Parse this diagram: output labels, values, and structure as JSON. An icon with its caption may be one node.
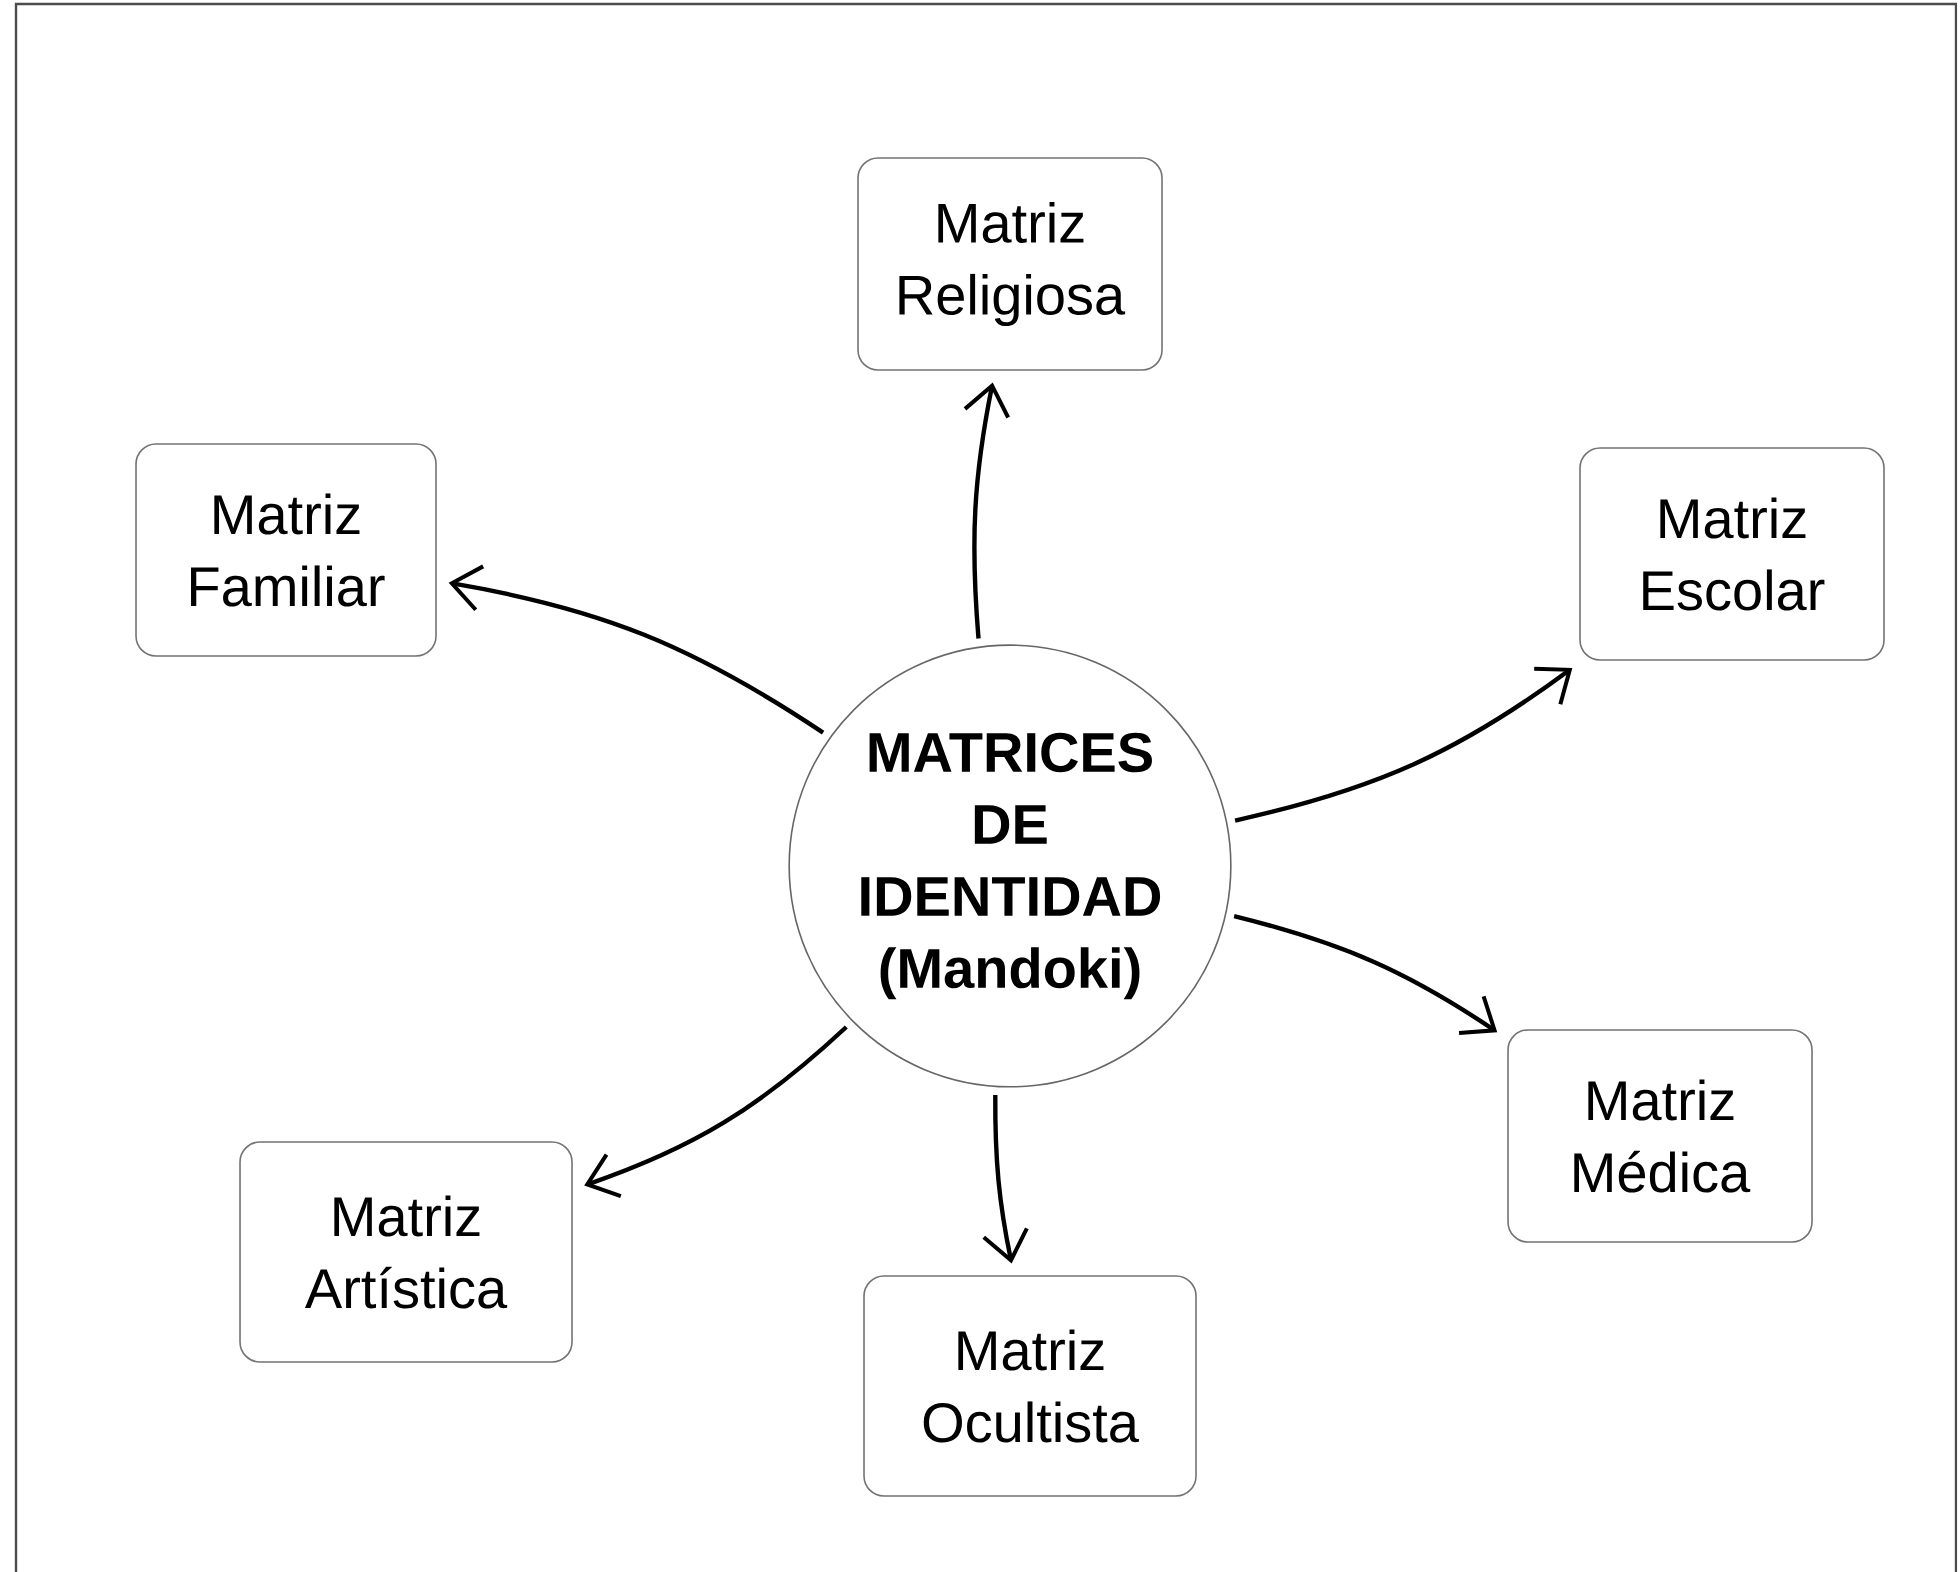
{
  "diagram": {
    "nodes": [
      {
        "text": [
          "MATRICES DE IDENTIDAD (Mandoki)"
        ]
      },
      {
        "text": [
          "Matriz Religiosa"
        ]
      },
      {
        "text": [
          "Matriz Familiar"
        ]
      },
      {
        "text": [
          "Matriz Escolar"
        ]
      },
      {
        "text": [
          "Matriz Médica"
        ]
      },
      {
        "text": [
          "Matriz Artística"
        ]
      },
      {
        "text": [
          "Matriz Ocultista"
        ]
      }
    ],
    "edges": [
      {
        "from": 0,
        "to": 1,
        "arrow": "to"
      },
      {
        "from": 0,
        "to": 2,
        "arrow": "to"
      },
      {
        "from": 0,
        "to": 3,
        "arrow": "to"
      },
      {
        "from": 0,
        "to": 4,
        "arrow": "to"
      },
      {
        "from": 0,
        "to": 5,
        "arrow": "to"
      },
      {
        "from": 0,
        "to": 6,
        "arrow": "to"
      }
    ]
  }
}
